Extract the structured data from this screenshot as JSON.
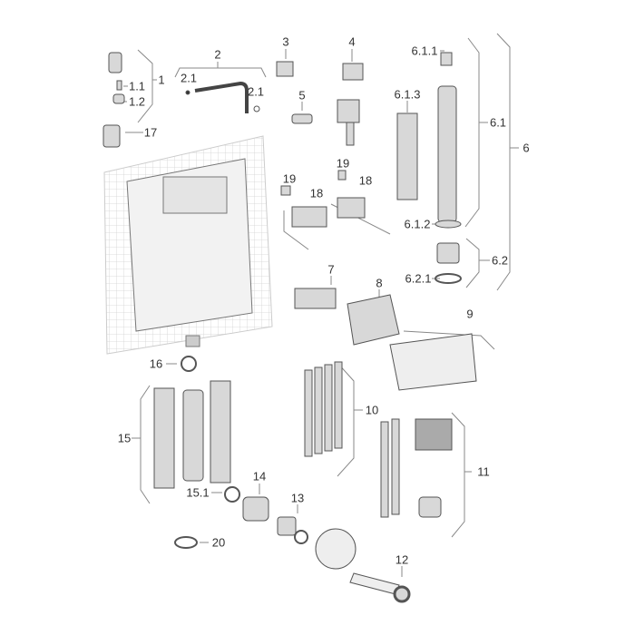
{
  "diagram": {
    "type": "exploded parts diagram",
    "callouts": [
      "1",
      "1.1",
      "1.2",
      "17",
      "2",
      "2.1",
      "2.1",
      "3",
      "4",
      "5",
      "6.1.1",
      "6.1.3",
      "6.1",
      "6",
      "6.1.2",
      "6.2",
      "6.2.1",
      "19",
      "19",
      "18",
      "18",
      "7",
      "8",
      "9",
      "10",
      "11",
      "16",
      "15",
      "15.1",
      "14",
      "13",
      "12",
      "20"
    ]
  },
  "colors": {
    "line": "#888888",
    "part": "#d8d8d8",
    "partDark": "#555555",
    "grid": "#cfcfcf"
  }
}
